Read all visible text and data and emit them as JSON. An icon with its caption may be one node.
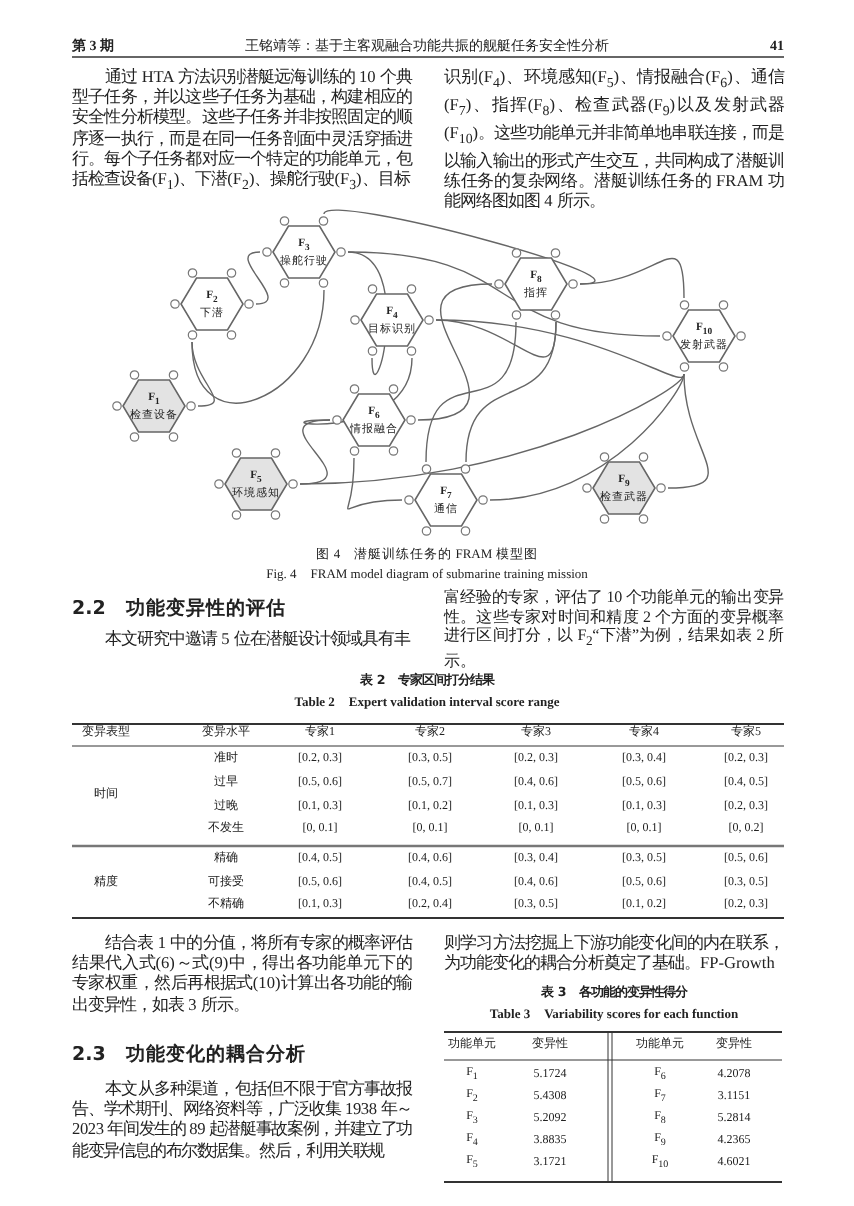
{
  "diagram": {
    "nodes": [
      {
        "text": [
          "F$_{3}$",
          "操舵行驶"
        ]
      },
      {
        "text": [
          "F$_{8}$",
          "指挥"
        ]
      },
      {
        "text": [
          "F$_{2}$",
          "下潜"
        ]
      },
      {
        "text": [
          "F$_{4}$",
          "目标识别"
        ]
      },
      {
        "text": [
          "F$_{10}$",
          "发射武器"
        ]
      },
      {
        "text": [
          "F$_{1}$",
          "检查设备"
        ]
      },
      {
        "text": [
          "F$_{6}$",
          "情报融合"
        ]
      },
      {
        "text": [
          "F$_{5}$",
          "环境感知"
        ]
      },
      {
        "text": [
          "F$_{9}$",
          "检查武器"
        ]
      },
      {
        "text": [
          "F$_{7}$",
          "通信"
        ]
      }
    ],
    "edges": [
      {
        "from": 5,
        "to": 2,
        "arrow": "none"
      },
      {
        "from": 2,
        "to": 0,
        "arrow": "none"
      },
      {
        "from": 2,
        "to": 0,
        "arrow": "none"
      },
      {
        "from": 0,
        "to": 1,
        "arrow": "none"
      },
      {
        "from": 0,
        "to": 3,
        "arrow": "none"
      },
      {
        "from": 0,
        "to": 4,
        "arrow": "none"
      },
      {
        "from": 3,
        "to": 1,
        "arrow": "none"
      },
      {
        "from": 3,
        "to": 4,
        "arrow": "none"
      },
      {
        "from": 3,
        "to": 6,
        "arrow": "none"
      },
      {
        "from": 1,
        "to": 4,
        "arrow": "none"
      },
      {
        "from": 6,
        "to": 1,
        "arrow": "none"
      },
      {
        "from": 7,
        "to": 6,
        "arrow": "none"
      },
      {
        "from": 7,
        "to": 4,
        "arrow": "none"
      },
      {
        "from": 6,
        "to": 9,
        "arrow": "none"
      },
      {
        "from": 1,
        "to": 9,
        "arrow": "none"
      },
      {
        "from": 1,
        "to": 9,
        "arrow": "none"
      },
      {
        "from": 9,
        "to": 4,
        "arrow": "none"
      },
      {
        "from": 8,
        "to": 4,
        "arrow": "none"
      }
    ],
    "labels": [
      "第 3 期",
      "王铭靖等：基于主客观融合功能共振的舰艇任务安全性分析",
      "41",
      "通过 HTA 方法识别潜艇远海训练的 10 个典型子任务，并以这些子任务为基础，构建相应的安全性分析模型。这些子任务并非按照固定的顺序逐一执行，而是在同一任务剖面中灵活穿插进行。每个子任务都对应一个特定的功能单元，包括检查设备(F$_{1}$)、下潜(F$_{2}$)、操舵行驶(F$_{3}$)、目标",
      "识别(F$_{4}$)、环境感知(F$_{5}$)、情报融合(F$_{6}$)、通信(F$_{7}$)、指挥(F$_{8}$)、检查武器(F$_{9}$)以及发射武器(F$_{10}$)。这些功能单元并非简单地串联连接，而是以输入输出的形式产生交互，共同构成了潜艇训练任务的复杂网络。潜艇训练任务的 FRAM 功能网络图如图 4 所示。",
      "图 4　潜艇训练任务的 FRAM 模型图",
      "Fig. 4　FRAM model diagram of submarine training mission",
      "2.2　功能变异性的评估",
      "本文研究中邀请 5 位在潜艇设计领域具有丰",
      "富经验的专家，评估了 10 个功能单元的输出变异性。这些专家对时间和精度 2 个方面的变异概率进行区间打分，以 F$_{2}$“下潜”为例，结果如表 2 所示。",
      "表 2　专家区间打分结果",
      "Table 2　Expert validation interval score range",
      "变异表型",
      "变异水平",
      "专家1",
      "专家2",
      "专家3",
      "专家4",
      "专家5",
      "时间",
      "准时",
      "[0.2, 0.3]",
      "[0.3, 0.5]",
      "[0.2, 0.3]",
      "[0.3, 0.4]",
      "[0.2, 0.3]",
      "过早",
      "[0.5, 0.6]",
      "[0.5, 0.7]",
      "[0.4, 0.6]",
      "[0.5, 0.6]",
      "[0.4, 0.5]",
      "过晚",
      "[0.1, 0.3]",
      "[0.1, 0.2]",
      "[0.1, 0.3]",
      "[0.1, 0.3]",
      "[0.2, 0.3]",
      "不发生",
      "[0, 0.1]",
      "[0, 0.1]",
      "[0, 0.1]",
      "[0, 0.1]",
      "[0, 0.2]",
      "精度",
      "精确",
      "[0.4, 0.5]",
      "[0.4, 0.6]",
      "[0.3, 0.4]",
      "[0.3, 0.5]",
      "[0.5, 0.6]",
      "可接受",
      "[0.5, 0.6]",
      "[0.4, 0.5]",
      "[0.4, 0.6]",
      "[0.5, 0.6]",
      "[0.3, 0.5]",
      "不精确",
      "[0.1, 0.3]",
      "[0.2, 0.4]",
      "[0.3, 0.5]",
      "[0.1, 0.2]",
      "[0.2, 0.3]",
      "结合表 1 中的分值，将所有专家的概率评估结果代入式(6)～式(9)中，得出各功能单元下的专家权重，然后再根据式(10)计算出各功能的输出变异性，如表 3 所示。",
      "2.3　功能变化的耦合分析",
      "本文从多种渠道，包括但不限于官方事故报告、学术期刊、网络资料等，广泛收集 1938 年～2023 年间发生的 89 起潜艇事故案例，并建立了功能变异信息的布尔数据集。然后，利用关联规",
      "则学习方法挖掘上下游功能变化间的内在联系，为功能变化的耦合分析奠定了基础。FP-Growth",
      "表 3　各功能的变异性得分",
      "Table 3　Variability scores for each function",
      "功能单元",
      "变异性",
      "功能单元",
      "变异性",
      "F$_{1}$",
      "5.1724",
      "F$_{6}$",
      "4.2078",
      "F$_{2}$",
      "5.4308",
      "F$_{7}$",
      "3.1151",
      "F$_{3}$",
      "5.2092",
      "F$_{8}$",
      "5.2814",
      "F$_{4}$",
      "3.8835",
      "F$_{9}$",
      "4.2365",
      "F$_{5}$",
      "3.1721",
      "F$_{10}$",
      "4.6021"
    ]
  }
}
